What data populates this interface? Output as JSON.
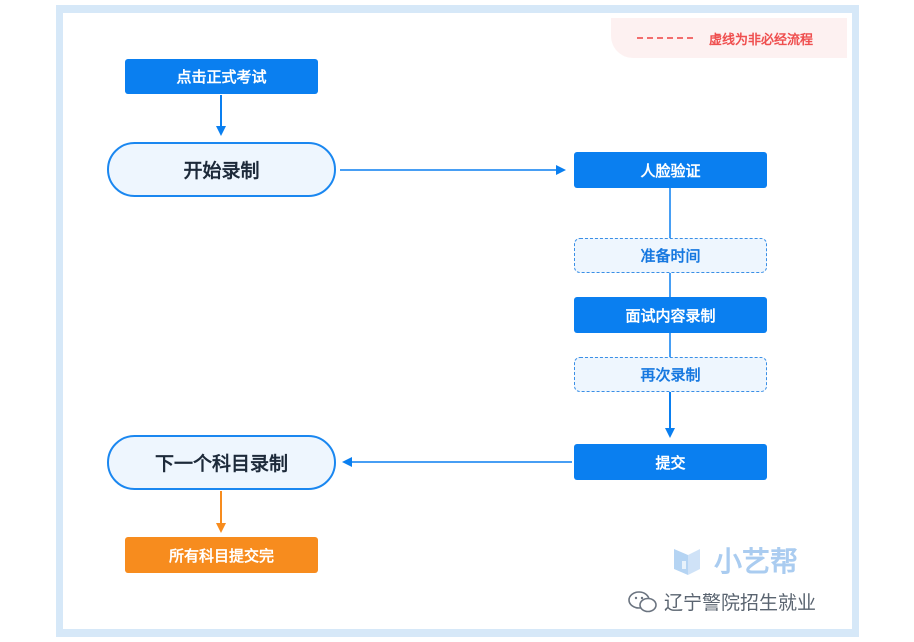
{
  "legend": {
    "label": "虚线为非必经流程"
  },
  "nodes": {
    "start_exam": "点击正式考试",
    "start_recording": "开始录制",
    "face_verification": "人脸验证",
    "prep_time": "准备时间",
    "interview_recording": "面试内容录制",
    "re_record": "再次录制",
    "submit": "提交",
    "next_subject": "下一个科目录制",
    "all_done": "所有科目提交完"
  },
  "watermark": {
    "brand": "小艺帮",
    "account": "辽宁警院招生就业"
  },
  "colors": {
    "primary": "#0a7ff0",
    "dashed_fill": "#eef6fe",
    "orange": "#f78c1e",
    "legend_red": "#ef4f4f"
  }
}
